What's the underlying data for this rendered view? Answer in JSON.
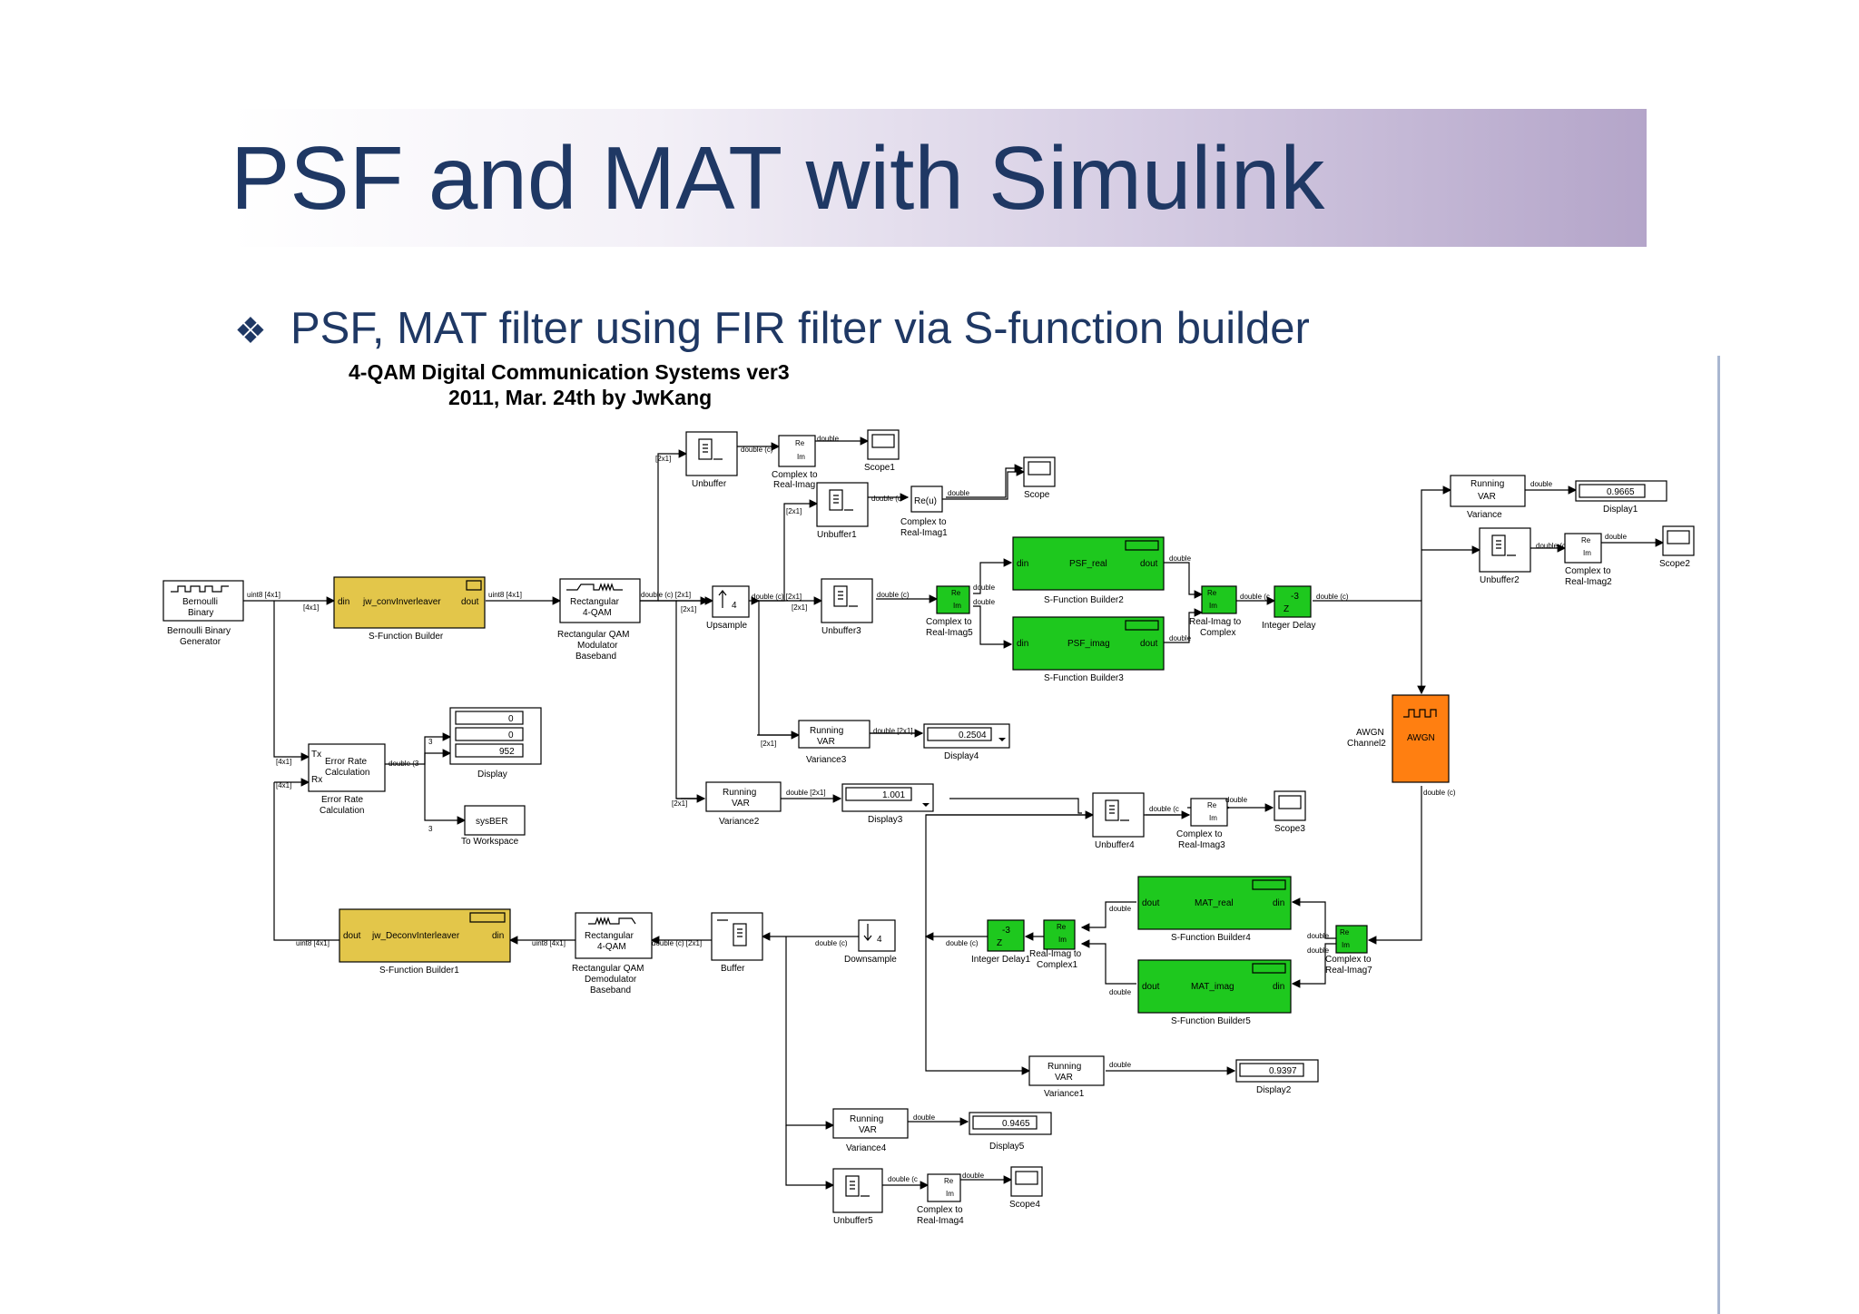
{
  "slide": {
    "title": "PSF and MAT with Simulink",
    "bullet_marker": "❖",
    "bullet": "PSF, MAT filter using FIR filter via S-function builder"
  },
  "diagram": {
    "header_line1": "4-QAM  Digital Communication Systems ver3",
    "header_line2": "2011, Mar. 24th by JwKang",
    "blocks": {
      "bernoulli": {
        "label": "Bernoulli Binary Generator",
        "inner1": "Bernoulli",
        "inner2": "Binary",
        "caption1": "Bernoulli Binary",
        "caption2": "Generator"
      },
      "sfb": {
        "label": "S-Function Builder",
        "port_in": "din",
        "name": "jw_convInverleaver",
        "port_out": "dout"
      },
      "rqam_mod": {
        "inner1": "Rectangular",
        "inner2": "4-QAM",
        "caption1": "Rectangular QAM",
        "caption2": "Modulator",
        "caption3": "Baseband"
      },
      "unbuffer": {
        "label": "Unbuffer"
      },
      "c2ri": {
        "caption1": "Complex to",
        "caption2": "Real-Imag"
      },
      "scope1": {
        "label": "Scope1"
      },
      "unbuffer1": {
        "label": "Unbuffer1"
      },
      "c2ri1": {
        "inner": "Re(u)",
        "caption1": "Complex to",
        "caption2": "Real-Imag1"
      },
      "scope": {
        "label": "Scope"
      },
      "upsample": {
        "label": "Upsample",
        "factor": "4"
      },
      "unbuffer3": {
        "label": "Unbuffer3"
      },
      "c2ri5": {
        "caption1": "Complex to",
        "caption2": "Real-Imag5"
      },
      "sfb2": {
        "label": "S-Function Builder2",
        "port_in": "din",
        "name": "PSF_real",
        "port_out": "dout"
      },
      "sfb3": {
        "label": "S-Function Builder3",
        "port_in": "din",
        "name": "PSF_imag",
        "port_out": "dout"
      },
      "ri2c": {
        "caption1": "Real-Imag to",
        "caption2": "Complex"
      },
      "intdelay": {
        "label": "Integer Delay",
        "inner1": "-3",
        "inner2": "Z"
      },
      "runvar": {
        "inner1": "Running",
        "inner2": "VAR",
        "label": "Variance"
      },
      "display1": {
        "value": "0.9665",
        "label": "Display1"
      },
      "unbuffer2": {
        "label": "Unbuffer2"
      },
      "c2ri2": {
        "caption1": "Complex to",
        "caption2": "Real-Imag2"
      },
      "scope2": {
        "label": "Scope2"
      },
      "awgn": {
        "inner": "AWGN",
        "caption1": "AWGN",
        "caption2": "Channel2"
      },
      "running3": {
        "inner1": "Running",
        "inner2": "VAR",
        "label": "Variance3"
      },
      "display4": {
        "value": "0.2504",
        "label": "Display4"
      },
      "running2": {
        "inner1": "Running",
        "inner2": "VAR",
        "label": "Variance2"
      },
      "display3": {
        "value": "1.001",
        "label": "Display3"
      },
      "display": {
        "v1": "0",
        "v2": "0",
        "v3": "952",
        "label": "Display"
      },
      "errrate": {
        "tx": "Tx",
        "rx": "Rx",
        "inner1": "Error Rate",
        "inner2": "Calculation",
        "caption1": "Error Rate",
        "caption2": "Calculation"
      },
      "sysber": {
        "inner": "sysBER",
        "label": "To Workspace"
      },
      "unbuffer4": {
        "label": "Unbuffer4"
      },
      "c2ri3": {
        "caption1": "Complex to",
        "caption2": "Real-Imag3"
      },
      "scope3": {
        "label": "Scope3"
      },
      "sfb4": {
        "label": "S-Function Builder4",
        "port_in": "din",
        "name": "MAT_real",
        "port_out": "dout"
      },
      "sfb5": {
        "label": "S-Function Builder5",
        "port_in": "din",
        "name": "MAT_imag",
        "port_out": "dout"
      },
      "c2ri7": {
        "caption1": "Complex to",
        "caption2": "Real-Imag7"
      },
      "ri2c1": {
        "caption1": "Real-Imag to",
        "caption2": "Complex1"
      },
      "intdelay1": {
        "label": "Integer Delay1",
        "inner1": "-3",
        "inner2": "Z"
      },
      "downsample": {
        "label": "Downsample",
        "factor": "4"
      },
      "buffer": {
        "label": "Buffer"
      },
      "rqam_demod": {
        "inner1": "Rectangular",
        "inner2": "4-QAM",
        "caption1": "Rectangular QAM",
        "caption2": "Demodulator",
        "caption3": "Baseband"
      },
      "sfb1": {
        "label": "S-Function Builder1",
        "port_in": "din",
        "name": "jw_DeconvInterleaver",
        "port_out": "dout"
      },
      "running1": {
        "inner1": "Running",
        "inner2": "VAR",
        "label": "Variance1"
      },
      "display2": {
        "value": "0.9397",
        "label": "Display2"
      },
      "running4": {
        "inner1": "Running",
        "inner2": "VAR",
        "label": "Variance4"
      },
      "display5": {
        "value": "0.9465",
        "label": "Display5"
      },
      "unbuffer5": {
        "label": "Unbuffer5"
      },
      "c2ri4": {
        "caption1": "Complex to",
        "caption2": "Real-Imag4"
      },
      "scope4": {
        "label": "Scope4"
      },
      "re": "Re",
      "im": "Im"
    },
    "signals": {
      "uint8_4x1": "uint8 [4x1]",
      "dim_4x1": "[4x1]",
      "dim_2x1": "[2x1]",
      "double": "double",
      "double_c": "double (c)",
      "double_c_2x1": "double (c) [2x1]",
      "double_2x1": "double [2x1]",
      "double_c_short": "double (c",
      "double_3": "double (3",
      "num3": "3"
    }
  },
  "colors": {
    "title": "#1f3864",
    "green_block": "#1ec81e",
    "gold_block": "#e3c64a",
    "awgn_block": "#ff7f11",
    "title_gradient_end": "#b4a5c9"
  }
}
